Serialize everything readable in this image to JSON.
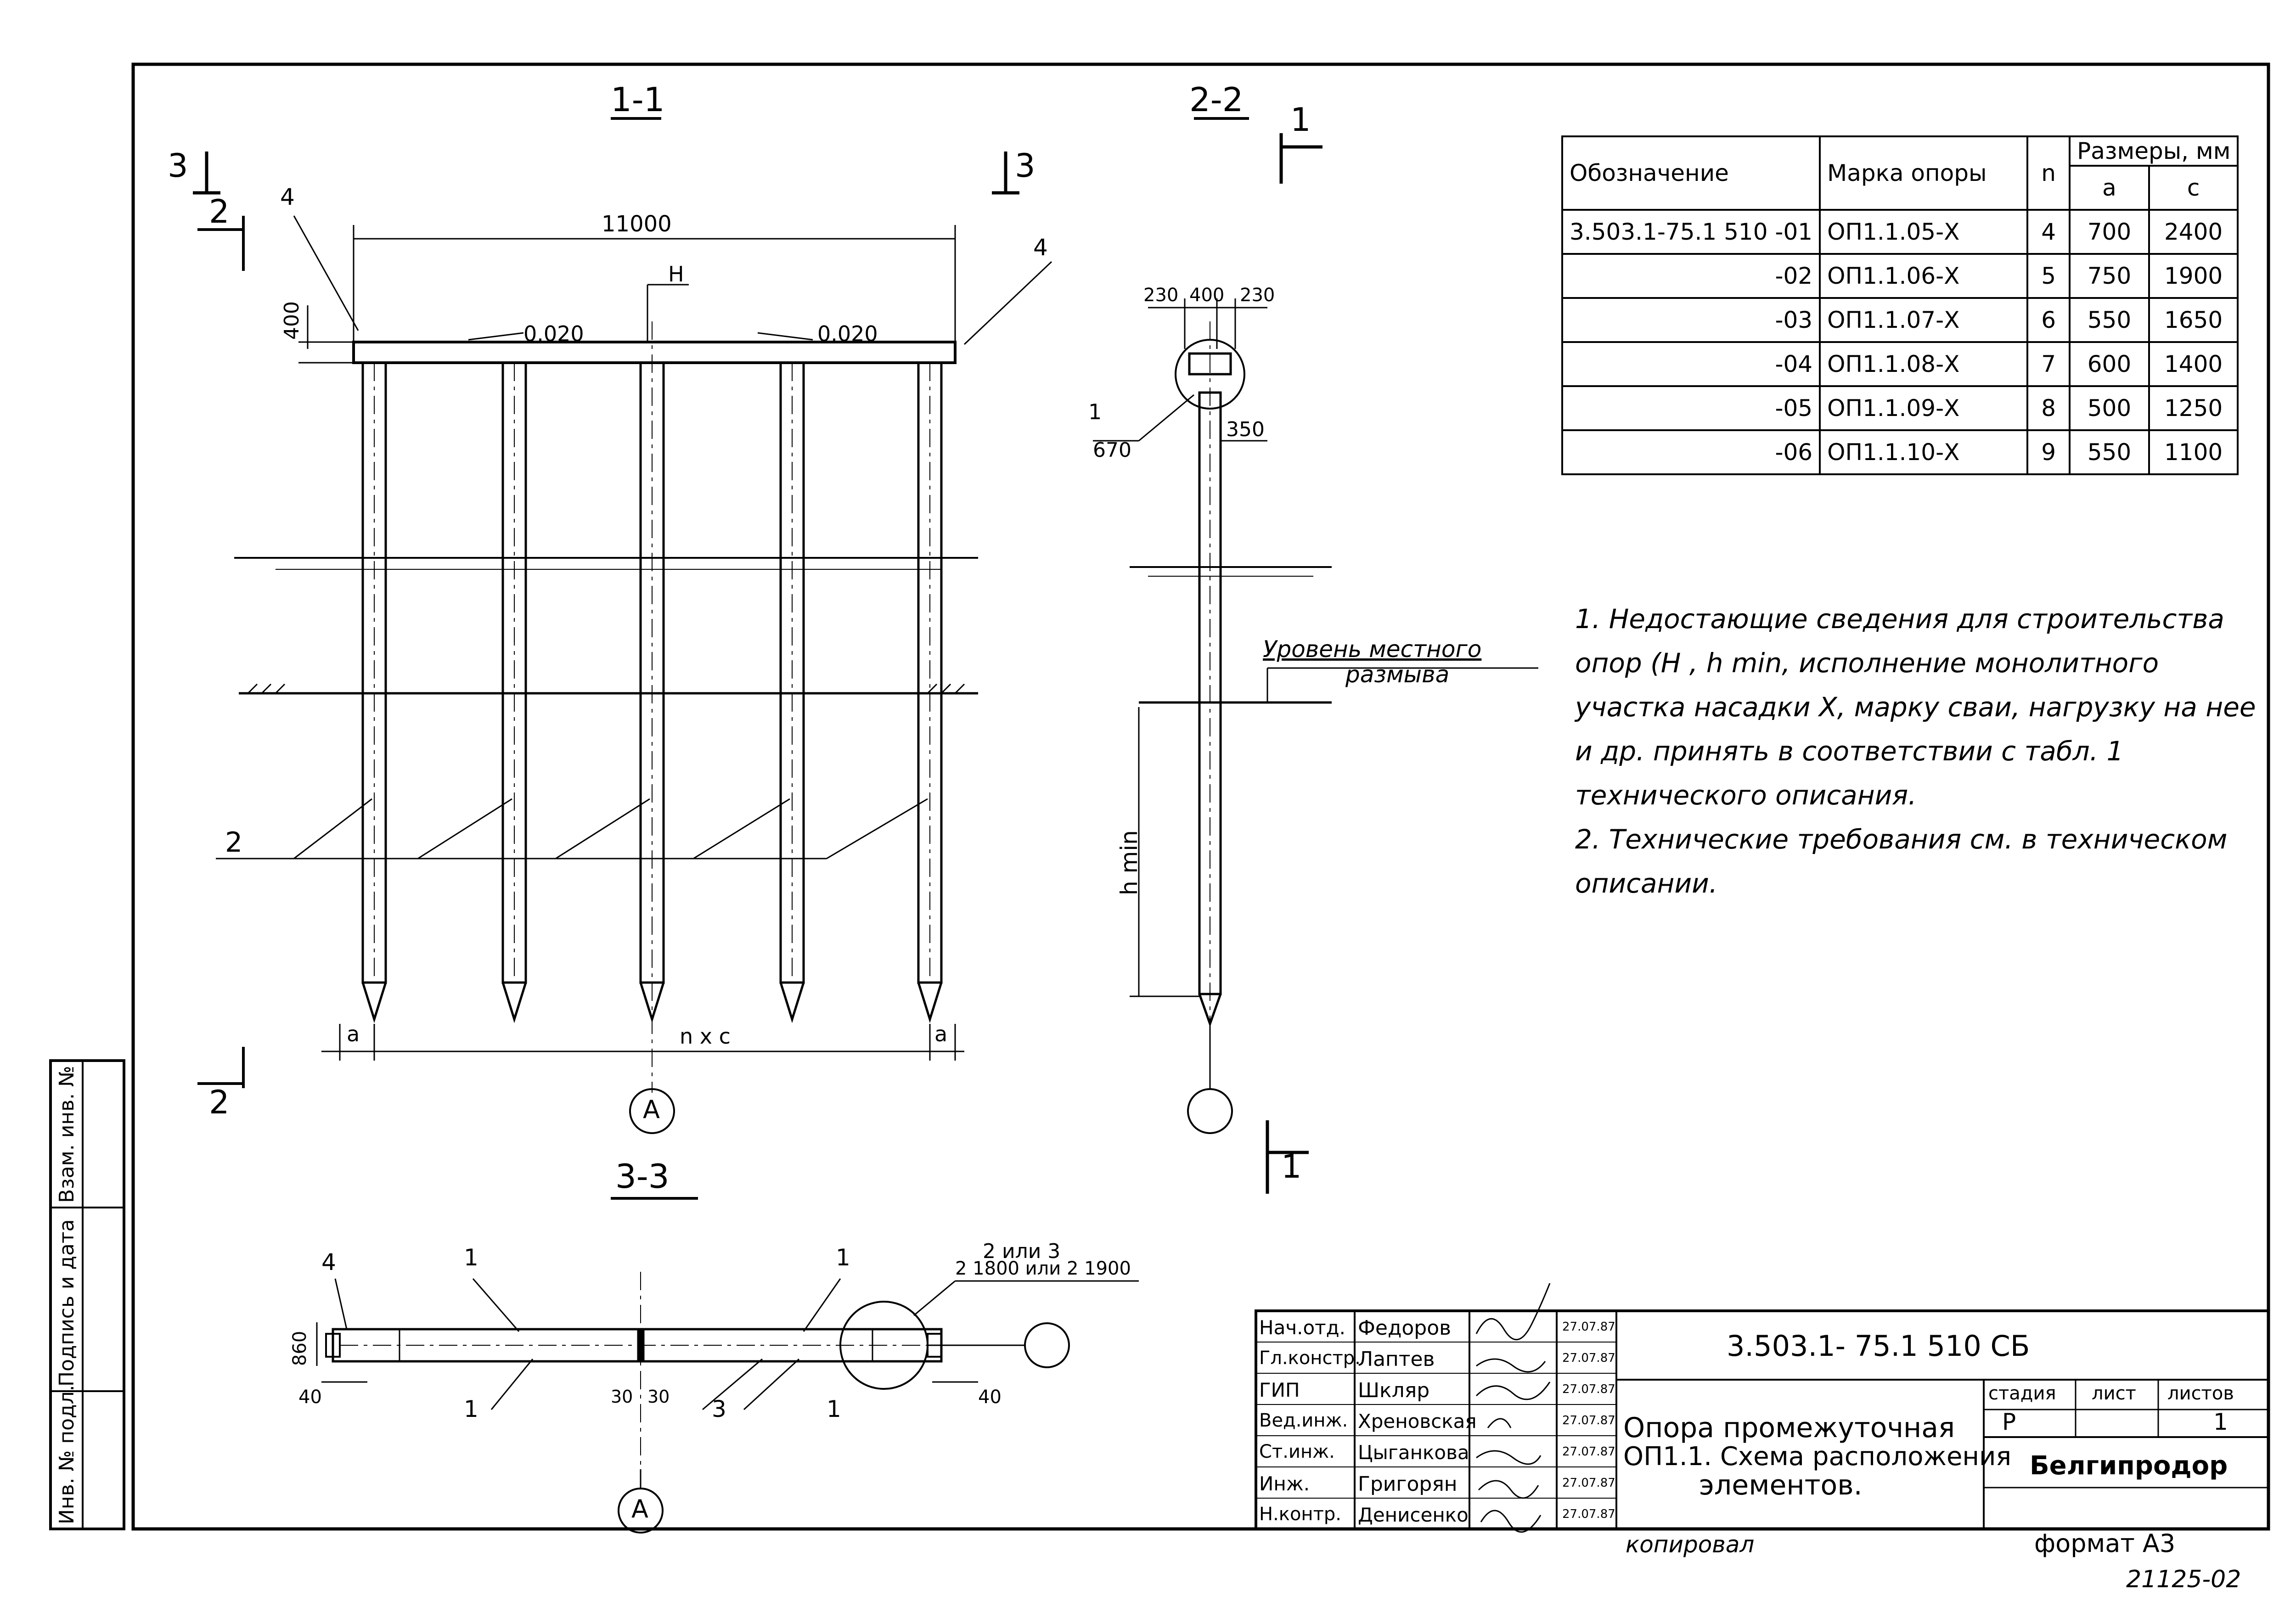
{
  "sections": {
    "s11": "1-1",
    "s22": "2-2",
    "s33": "3-3",
    "cut3": "3",
    "cut2": "2",
    "cut1": "1"
  },
  "view11": {
    "width_dim": "11000",
    "cap_h": "400",
    "slope_left": "0.020",
    "slope_right": "0.020",
    "mark_H": "H",
    "pos4": "4",
    "pos2": "2",
    "dim_a": "a",
    "dim_nc": "n x c",
    "axis": "A"
  },
  "view22": {
    "d230l": "230",
    "d400": "400",
    "d230r": "230",
    "pos1": "1",
    "d670": "670",
    "d350": "350",
    "erosion_line1": "Уровень местного",
    "erosion_line2": "размыва",
    "hmin": "h min"
  },
  "view33": {
    "pos4": "4",
    "pos1a": "1",
    "pos1b": "1",
    "pos1c": "1",
    "pos1d": "1",
    "pos3": "3",
    "callout1": "2 или 3",
    "callout2": "2  1800 или 2  1900",
    "d860": "860",
    "d40l": "40",
    "d40r": "40",
    "d30l": "30",
    "d30r": "30",
    "axis": "A"
  },
  "table": {
    "h_designation": "Обозначение",
    "h_mark": "Марка опоры",
    "h_n": "n",
    "h_sizes": "Размеры, мм",
    "h_a": "a",
    "h_c": "c",
    "rows": [
      {
        "designation": "3.503.1-75.1  510 -01",
        "mark": "ОП1.1.05-X",
        "n": "4",
        "a": "700",
        "c": "2400"
      },
      {
        "designation": "-02",
        "mark": "ОП1.1.06-X",
        "n": "5",
        "a": "750",
        "c": "1900"
      },
      {
        "designation": "-03",
        "mark": "ОП1.1.07-X",
        "n": "6",
        "a": "550",
        "c": "1650"
      },
      {
        "designation": "-04",
        "mark": "ОП1.1.08-X",
        "n": "7",
        "a": "600",
        "c": "1400"
      },
      {
        "designation": "-05",
        "mark": "ОП1.1.09-X",
        "n": "8",
        "a": "500",
        "c": "1250"
      },
      {
        "designation": "-06",
        "mark": "ОП1.1.10-X",
        "n": "9",
        "a": "550",
        "c": "1100"
      }
    ]
  },
  "notes": [
    "1. Недостающие сведения для строительства опор (Н , h min, исполнение монолитного участка насадки X, марку сваи, нагрузку на нее и др. принять в соответствии с табл. 1 технического описания.",
    "2. Технические требования см. в техническом описании."
  ],
  "stamp": {
    "code": "3.503.1- 75.1  510 СБ",
    "title1": "Опора промежуточная",
    "title2": "ОП1.1. Схема расположения",
    "title3": "элементов.",
    "stage_label": "стадия",
    "sheet_label": "лист",
    "sheets_label": "листов",
    "stage": "Р",
    "sheets": "1",
    "org": "Белгипродор",
    "copied": "копировал",
    "format": "формат  А3",
    "number": "21125-02",
    "roles": [
      {
        "role": "Нач.отд.",
        "name": "Федоров",
        "date": "27.07.87"
      },
      {
        "role": "Гл.констр.",
        "name": "Лаптев",
        "date": "27.07.87"
      },
      {
        "role": "ГИП",
        "name": "Шкляр",
        "date": "27.07.87"
      },
      {
        "role": "Вед.инж.",
        "name": "Хреновская",
        "date": "27.07.87"
      },
      {
        "role": "Ст.инж.",
        "name": "Цыганкова",
        "date": "27.07.87"
      },
      {
        "role": "Инж.",
        "name": "Григорян",
        "date": "27.07.87"
      },
      {
        "role": "Н.контр.",
        "name": "Денисенко",
        "date": "27.07.87"
      }
    ]
  },
  "side_strip": {
    "f1": "Инв. № подл.",
    "f2": "Подпись и дата",
    "f3": "Взам. инв. №"
  }
}
